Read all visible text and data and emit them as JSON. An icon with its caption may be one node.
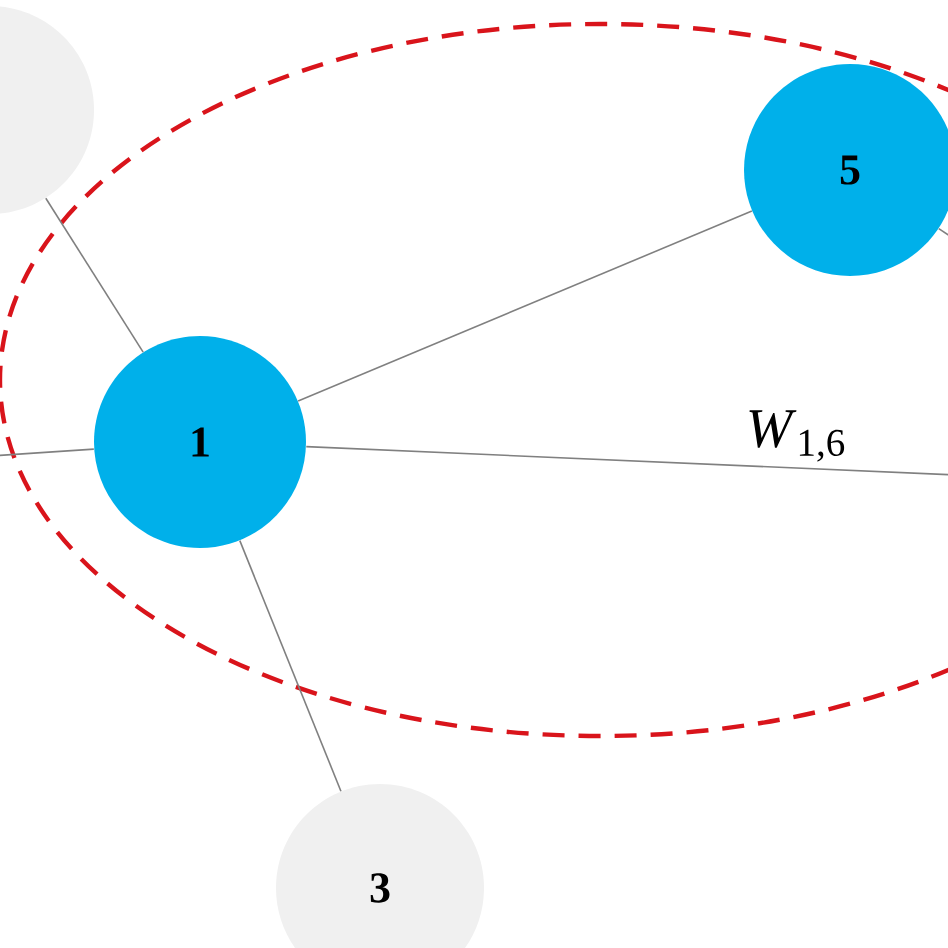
{
  "diagram": {
    "nodes": [
      {
        "text": [],
        "shape": "circle"
      },
      {
        "text": [
          "1"
        ]
      },
      {
        "text": [
          "5"
        ]
      },
      {
        "text": [
          "3"
        ]
      }
    ],
    "edges": [
      {
        "from": 0,
        "to": 1,
        "arrow": "none"
      },
      {
        "from": 1,
        "to": 2,
        "arrow": "none"
      },
      {
        "from": 1,
        "to": 3,
        "arrow": "none"
      },
      {
        "from": null,
        "to": 1,
        "arrow": "none"
      },
      {
        "from": 1,
        "to": null,
        "arrow": "none",
        "label": "*W*$_{1,6}$"
      },
      {
        "from": 2,
        "to": null,
        "arrow": "none"
      }
    ]
  }
}
